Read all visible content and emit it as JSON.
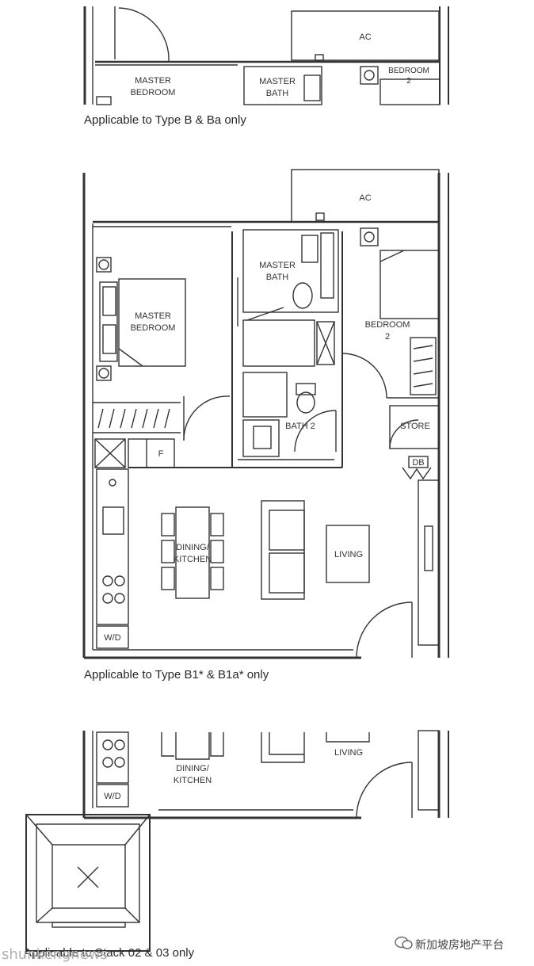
{
  "top_plan": {
    "labels": {
      "ac": "AC",
      "master_bedroom": [
        "MASTER",
        "BEDROOM"
      ],
      "master_bath": [
        "MASTER",
        "BATH"
      ],
      "bedroom2": [
        "BEDROOM",
        "2"
      ]
    },
    "caption": "Applicable to Type B & Ba only"
  },
  "main_plan": {
    "labels": {
      "ac": "AC",
      "master_bath": [
        "MASTER",
        "BATH"
      ],
      "master_bedroom": [
        "MASTER",
        "BEDROOM"
      ],
      "bedroom2": [
        "BEDROOM",
        "2"
      ],
      "bath2": "BATH 2",
      "store": "STORE",
      "db": "DB",
      "fridge": "F",
      "dining": [
        "DINING/",
        "KITCHEN"
      ],
      "living": "LIVING",
      "wd": "W/D"
    },
    "caption": "Applicable to Type B1* & B1a* only"
  },
  "bottom_plan": {
    "labels": {
      "dining": [
        "DINING/",
        "KITCHEN"
      ],
      "living": "LIVING",
      "wd": "W/D"
    },
    "caption": "Applicable to Stack 02 & 03 only"
  },
  "watermarks": {
    "site": "shunkengnews",
    "brand": "新加坡房地产平台"
  },
  "colors": {
    "line": "#333333",
    "fill": "#ffffff"
  }
}
